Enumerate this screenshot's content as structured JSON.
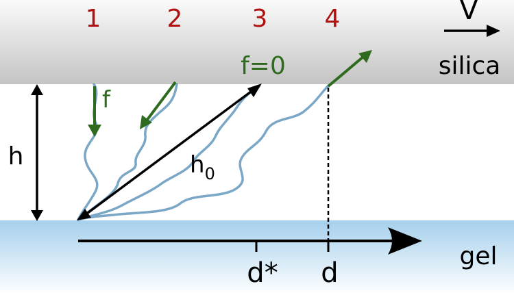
{
  "diagram": {
    "state_labels": [
      "1",
      "2",
      "3",
      "4"
    ],
    "velocity_label": "V",
    "silica_label": "silica",
    "gel_label": "gel",
    "height_label": "h",
    "force_label": "f",
    "zero_force_label": "f=0",
    "natural_height_label": {
      "base": "h",
      "subscript": "0"
    },
    "critical_distance_label": "d*",
    "distance_label": "d"
  },
  "colors": {
    "state_number": "#b01010",
    "force_arrow": "#2e6b1e",
    "polymer_chain": "#7ba7c7",
    "silica_top": "#fafafa",
    "silica_bottom": "#c4c4c4",
    "gel_top": "#a6d0ec",
    "gel_bottom": "#ffffff",
    "ink": "#000000"
  }
}
